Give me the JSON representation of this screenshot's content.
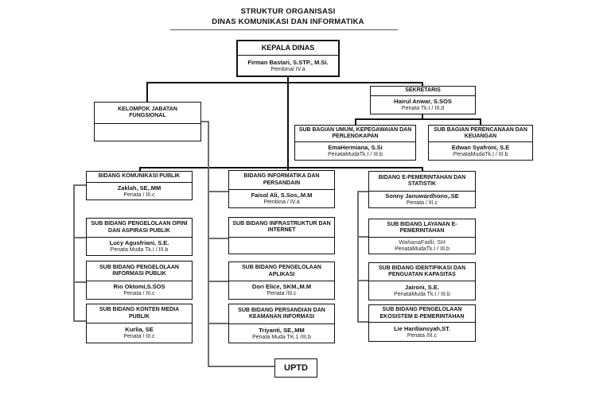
{
  "title": {
    "line1": "STRUKTUR ORGANISASI",
    "line2": "DINAS KOMUNIKASI DAN INFORMATIKA"
  },
  "colors": {
    "box_border": "#111111",
    "connector_black": "#111111",
    "connector_gray": "#6e6e6e",
    "background": "#ffffff"
  },
  "nodes": {
    "kepala_dinas": {
      "title": "KEPALA DINAS",
      "name": "Firman Bastari, S.STP., M.Si.",
      "rank": "Pembina/ IV.a"
    },
    "kelompok_jabatan": {
      "title": "KELOMPOK JABATAN FUNGSIONAL",
      "name": "",
      "rank": ""
    },
    "sekretaris": {
      "title": "SEKRETARIS",
      "name": "Hairul Anwar, S.SOS",
      "rank": "Penata Tk.I / III.d"
    },
    "sub_bagian_umum": {
      "title": "SUB BAGIAN UMUM, KEPEGAWAIAN DAN PERLENGKAPAN",
      "name": "EmaHermiana, S.Si",
      "rank": "PenataMudaTk.I / III.b"
    },
    "sub_bagian_perencanaan": {
      "title": "SUB BAGIAN PERENCANAAN DAN KEUANGAN",
      "name": "Edwan Syafroni, S.E",
      "rank": "PenataMudaTk.I / III.b"
    },
    "bidang_komunikasi": {
      "title": "BIDANG KOMUNIKASI PUBLIK",
      "name": "Zaklah, SE,.MM",
      "rank": "Penata / III.c"
    },
    "sub_opini": {
      "title": "SUB BIDANG PENGELOLAAN OPINI DAN ASPIRASI PUBLIK",
      "name": "Lucy Agusfriani, S.E.",
      "rank": "Penata Muda Tk.I / III.b"
    },
    "sub_informasi": {
      "title": "SUB BIDANG PENGELOLAAN INFORMASI PUBLIK",
      "name": "Rio Oktomi,S.SOS",
      "rank": "Penata / III.c"
    },
    "sub_konten": {
      "title": "SUB BIDANG KONTEN MEDIA PUBLIK",
      "name": "Kurlia, SE",
      "rank": "Penata / III.c"
    },
    "bidang_informatika": {
      "title": "BIDANG INFORMATIKA DAN PERSANDAIN",
      "name": "Faisol Ali, S.Sos,.M.M",
      "rank": "Pembina / IV.a"
    },
    "sub_infrastruktur": {
      "title": "SUB BIDANG INFRASTRUKTUR DAN INTERNET",
      "name": "",
      "rank": ""
    },
    "sub_aplikasi": {
      "title": "SUB BIDANG PENGELOLAAN APLIKASI",
      "name": "Dori Elice, SKM.,M.M",
      "rank": "Penata /III.c"
    },
    "sub_persandian": {
      "title": "SUB BIDANG PERSANDIAN DAN KEAMANAN INFORMASI",
      "name": "Triyanti, SE,.MM",
      "rank": "Penata Muda TK.1 /III.b"
    },
    "bidang_epemerintahan": {
      "title": "BIDANG E-PEMERINTAHAN DAN STATISTIK",
      "name": "Sonny Januwardhono,.SE",
      "rank": "Penata / III.c"
    },
    "sub_layanan": {
      "title": "SUB BIDANG LAYANAN E-PEMERINTAHAN",
      "name": "WahanaFadli, SH",
      "rank": "PenataMudaTk.I / III.b"
    },
    "sub_identifikasi": {
      "title": "SUB BIDANG IDENTIFIKASI DAN PENGUATAN KAPASITAS",
      "name": "Jaironi, S.E.",
      "rank": "PenataMuda Tk.I / III.b"
    },
    "sub_ekosistem": {
      "title": "SUB BIDANG PENGELOLAAN EKOSISTEM E-PEMERINTAHAN",
      "name": "Lie Hardiansyah,ST.",
      "rank": "Penata /III.c"
    },
    "uptd": {
      "title": "UPTD"
    }
  }
}
